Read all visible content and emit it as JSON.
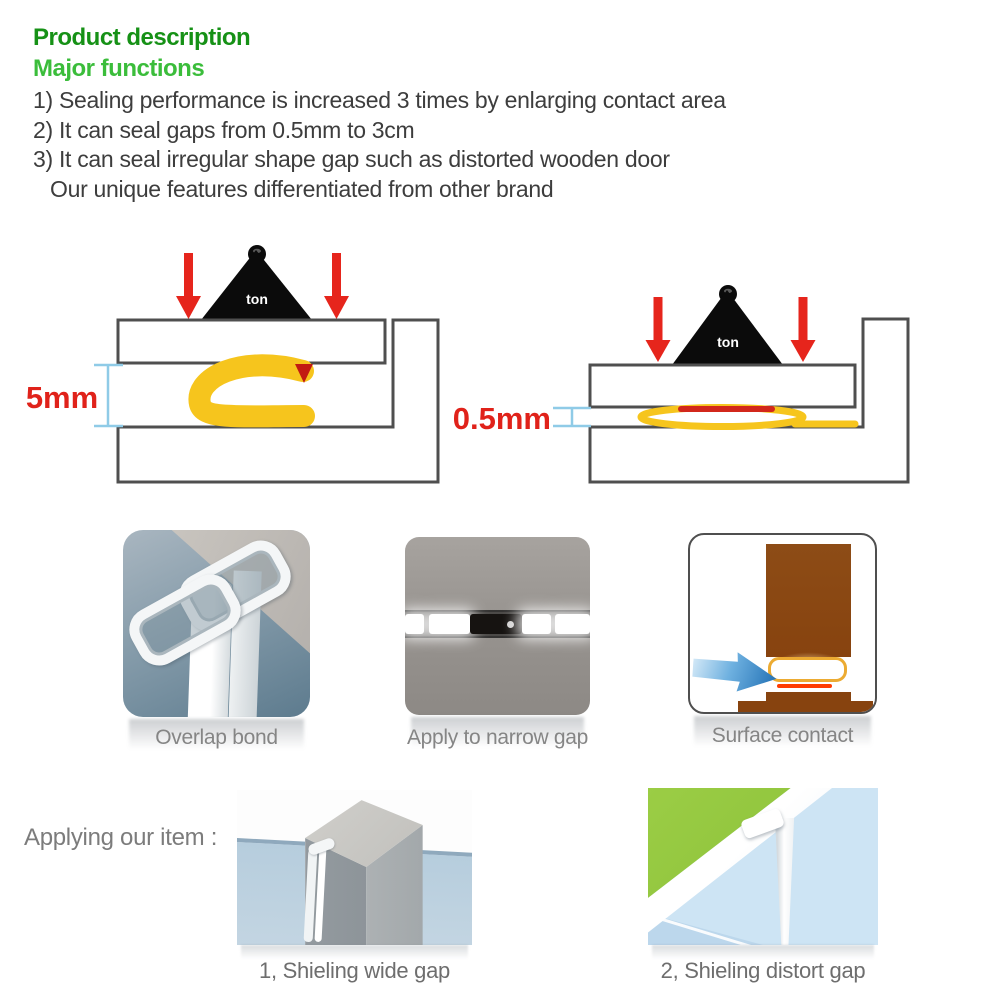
{
  "header": {
    "title": "Product description",
    "subtitle": "Major functions"
  },
  "features": [
    "1) Sealing performance is increased 3 times by enlarging contact area",
    "2) It can seal gaps from 0.5mm to 3cm",
    "3) It can seal irregular shape gap such as distorted wooden door",
    "Our unique features differentiated from other brand"
  ],
  "diagrams": {
    "left": {
      "weight_label": "ton",
      "gap_label": "5mm"
    },
    "right": {
      "weight_label": "ton",
      "gap_label": "0.5mm"
    }
  },
  "thumbnails": [
    {
      "caption": "Overlap bond"
    },
    {
      "caption": "Apply to narrow gap"
    },
    {
      "caption": "Surface contact"
    }
  ],
  "applying": {
    "label": "Applying our item :",
    "items": [
      {
        "caption": "1, Shieling wide gap"
      },
      {
        "caption": "2, Shieling distort gap"
      }
    ]
  },
  "colors": {
    "title_green": "#169116",
    "subtitle_green": "#3bbd3b",
    "dimension_red": "#E0221A",
    "seal_yellow": "#F6C51D",
    "bracket_blue": "#8FCBE7",
    "frame_gray": "#4f4f4f",
    "door_brown": "#87430F",
    "wind_blue": "#1F6FB4",
    "grass_green": "#8CC63E",
    "glass_blue": "#B6CDDD"
  }
}
